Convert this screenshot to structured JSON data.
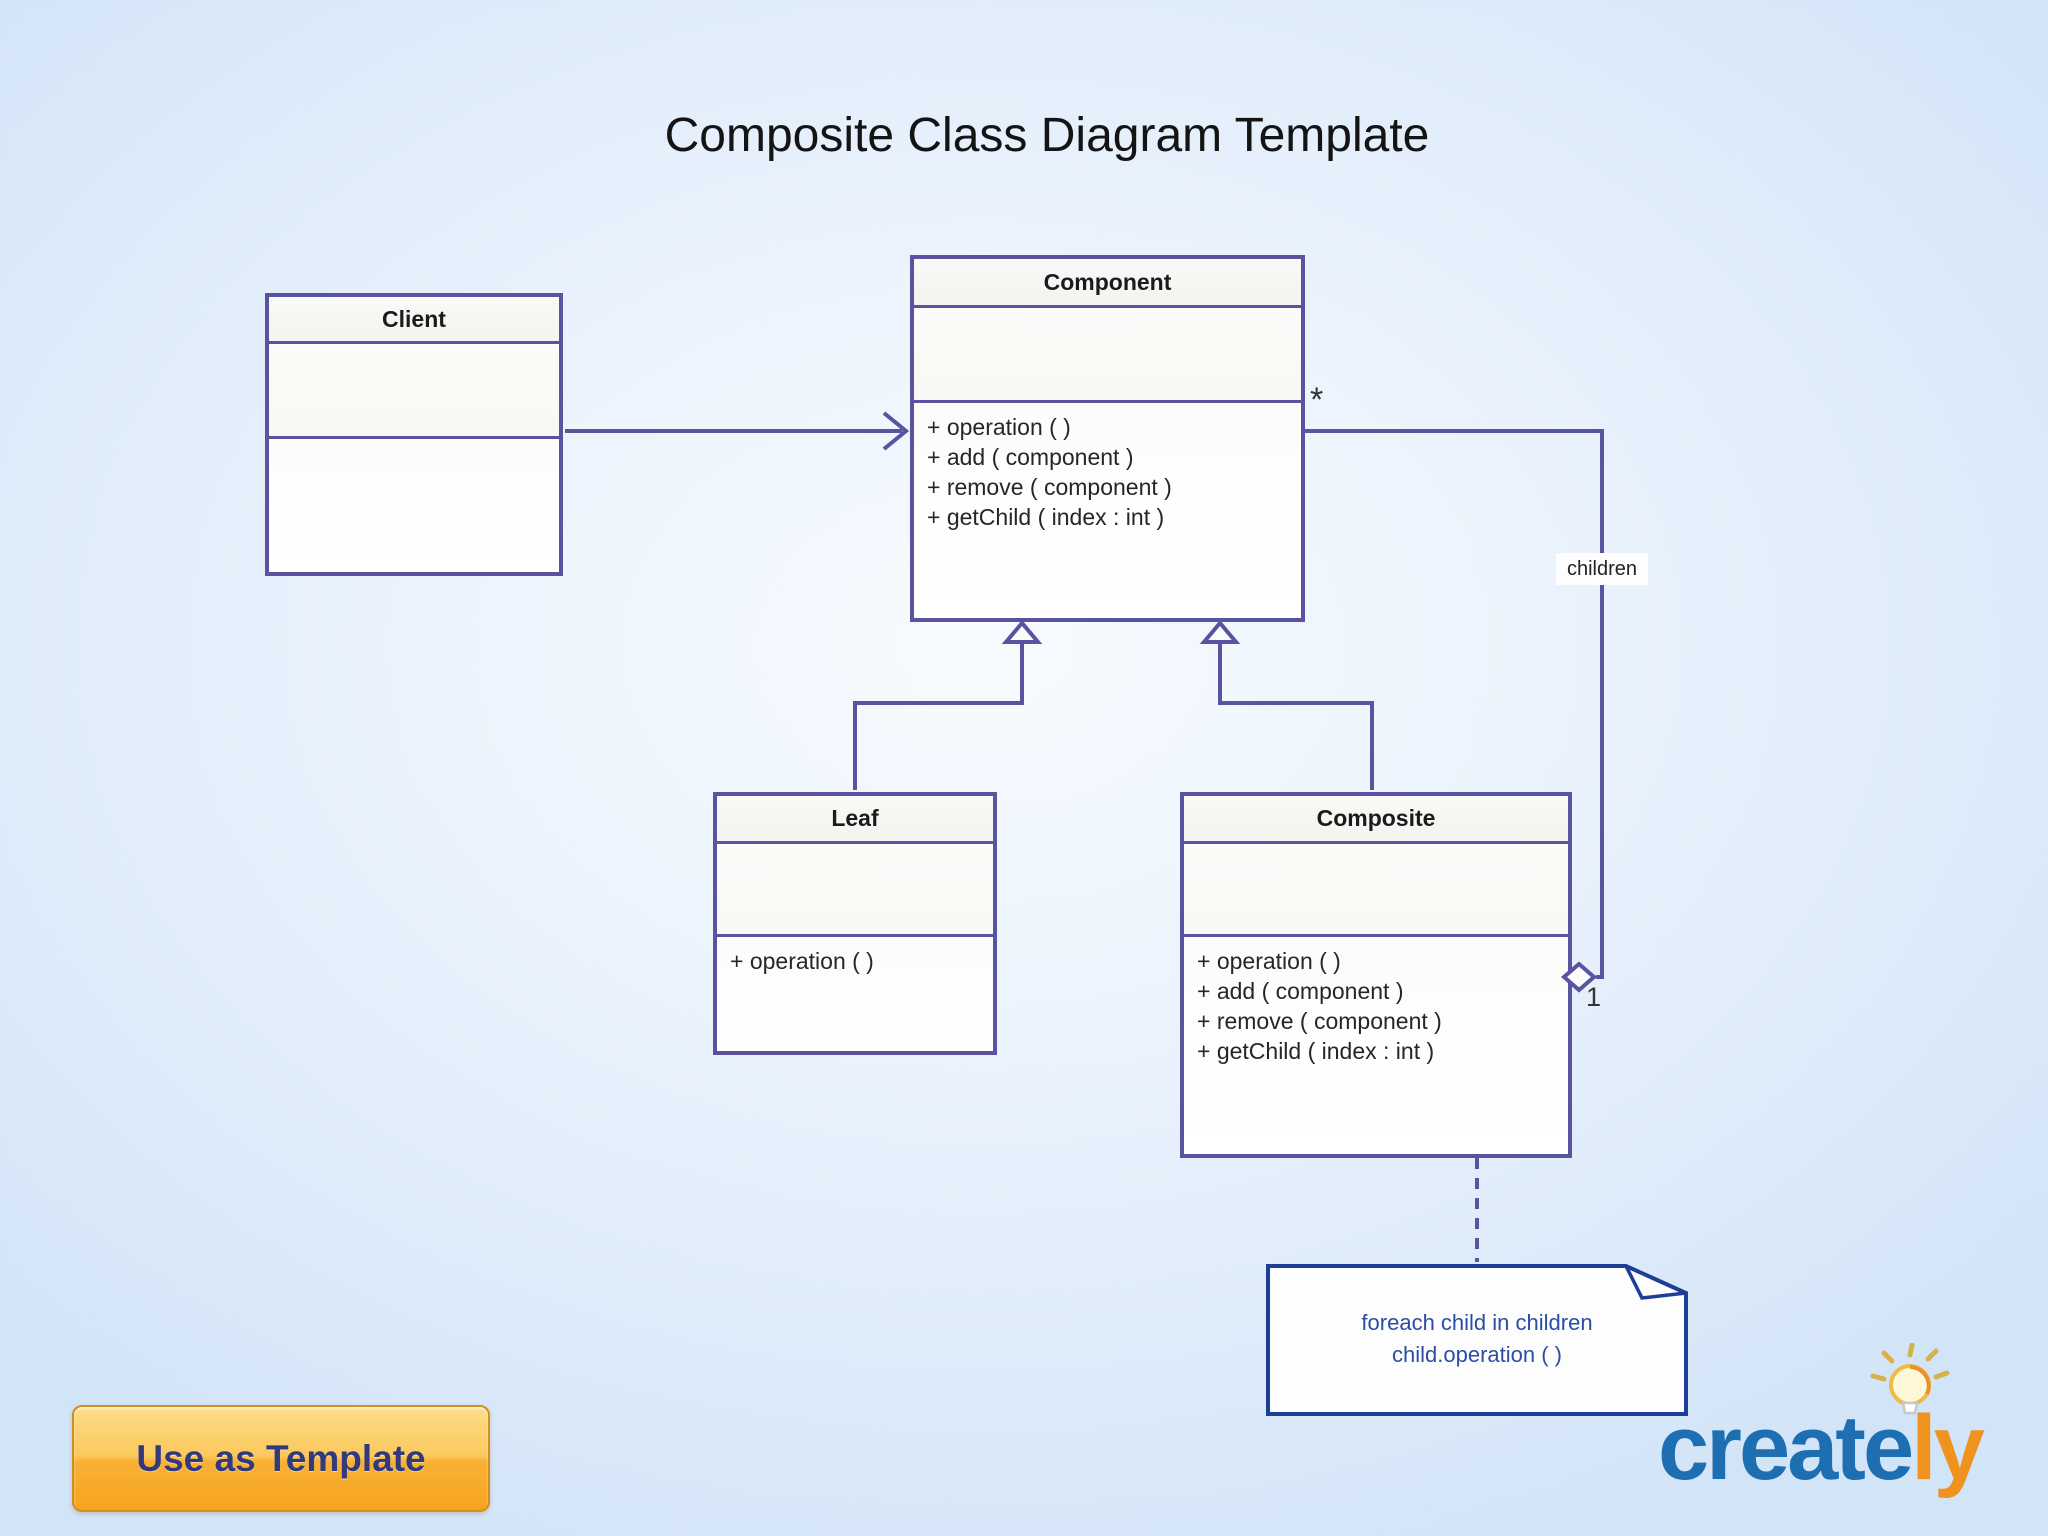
{
  "title": "Composite Class Diagram Template",
  "classes": {
    "client": {
      "name": "Client",
      "methods": []
    },
    "component": {
      "name": "Component",
      "methods": [
        "+ operation ( )",
        "+ add ( component )",
        "+ remove ( component )",
        "+ getChild ( index : int )"
      ]
    },
    "leaf": {
      "name": "Leaf",
      "methods": [
        "+ operation ( )"
      ]
    },
    "composite": {
      "name": "Composite",
      "methods": [
        "+ operation ( )",
        "+ add ( component )",
        "+ remove ( component )",
        "+ getChild ( index : int )"
      ]
    }
  },
  "labels": {
    "children": "children",
    "multiplicity_many": "*",
    "multiplicity_one": "1"
  },
  "note": {
    "line1": "foreach child in children",
    "line2": "child.operation ( )"
  },
  "button": {
    "label": "Use as Template"
  },
  "logo": {
    "text_blue": "create",
    "text_orange": "ly"
  },
  "colors": {
    "connector_line": "#5a54a0",
    "note_border": "#1d3e96",
    "note_text": "#2d4da5",
    "button_orange": "#f6a41e",
    "button_text": "#323a7c",
    "logo_blue": "#1e6fb2",
    "logo_orange": "#f0921e"
  }
}
